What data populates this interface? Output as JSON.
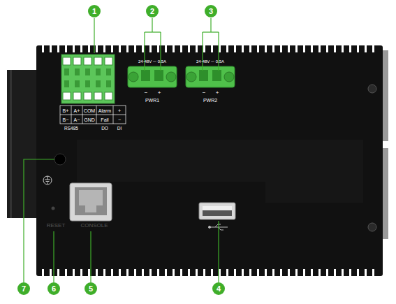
{
  "diagram": {
    "nodes": [
      {
        "text": [
          "1"
        ]
      },
      {
        "text": [
          "2"
        ]
      },
      {
        "text": [
          "3"
        ]
      },
      {
        "text": [
          "4"
        ]
      },
      {
        "text": [
          "5"
        ]
      },
      {
        "text": [
          "6"
        ]
      },
      {
        "text": [
          "7"
        ]
      }
    ],
    "labels": [
      "24-48V ⎓ 0.5A",
      "−",
      "+",
      "PWR1",
      "24-48V ⎓ 0.5A",
      "−",
      "+",
      "PWR2",
      "B+",
      "A+",
      "COM",
      "Alarm",
      "+",
      "B−",
      "A−",
      "GND",
      "Fail",
      "−",
      "RS485",
      "DO",
      "DI",
      "RESET",
      "CONSOLE"
    ]
  }
}
